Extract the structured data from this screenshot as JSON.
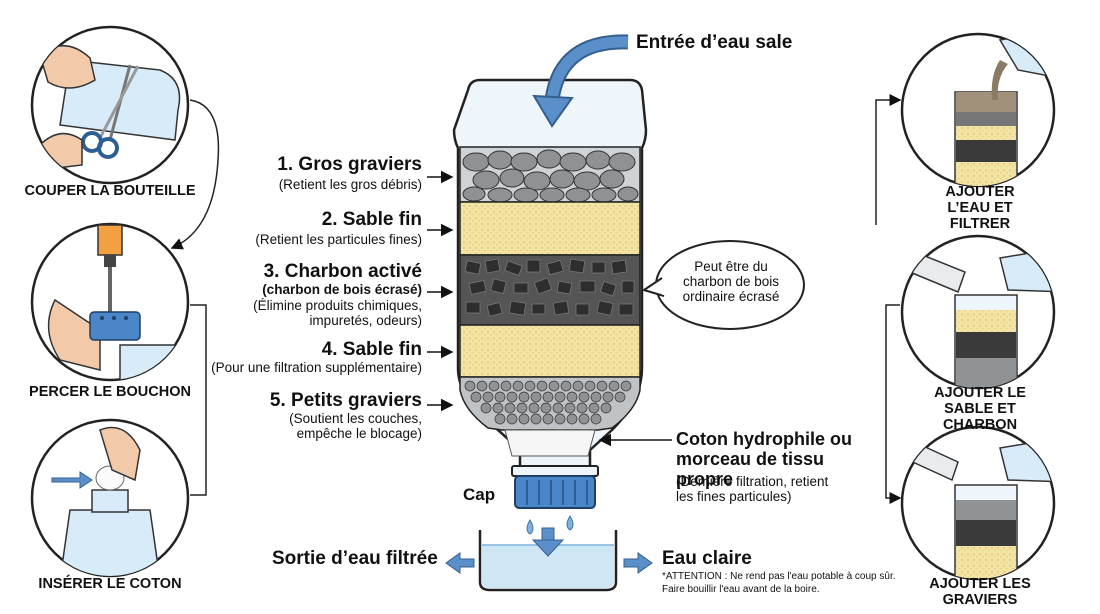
{
  "inlet": {
    "label": "Entrée d’eau sale"
  },
  "layers": [
    {
      "title": "1. Gros graviers",
      "subtitle": "(Retient les gros débris)"
    },
    {
      "title": "2. Sable fin",
      "subtitle": "(Retient les particules fines)"
    },
    {
      "title": "3. Charbon activé",
      "bold_subtitle": "(charbon de bois écrasé)",
      "subtitle": "(Élimine produits chimiques, impuretés, odeurs)"
    },
    {
      "title": "4. Sable fin",
      "subtitle": "(Pour une filtration supplémentaire)"
    },
    {
      "title": "5. Petits graviers",
      "subtitle": "(Soutient les couches, empêche le blocage)"
    }
  ],
  "charcoal_note": "Peut être du charbon de bois ordinaire écrasé",
  "cotton": {
    "title": "Coton hydrophile ou morceau de tissu propre",
    "subtitle": "(Dernière filtration, retient les fines particules)"
  },
  "cap_label": "Cap",
  "outlet": {
    "left": "Sortie d’eau filtrée",
    "right": "Eau claire"
  },
  "warning": "*ATTENTION : Ne rend pas l'eau potable à coup sûr. Faire bouillir l'eau avant de la boire.",
  "left_steps": [
    "COUPER LA BOUTEILLE",
    "PERCER LE BOUCHON",
    "INSÉRER LE COTON"
  ],
  "right_steps": [
    "AJOUTER L’EAU ET FILTRER",
    "AJOUTER LE SABLE ET CHARBON",
    "AJOUTER LES GRAVIERS"
  ],
  "colors": {
    "arrow_blue": "#5b8fc9",
    "sand": "#f4e4a4",
    "charcoal": "#3a3a3a",
    "gravel": "#9a9a9a",
    "water": "#cfe6f5",
    "cap_blue": "#4a86c8"
  }
}
